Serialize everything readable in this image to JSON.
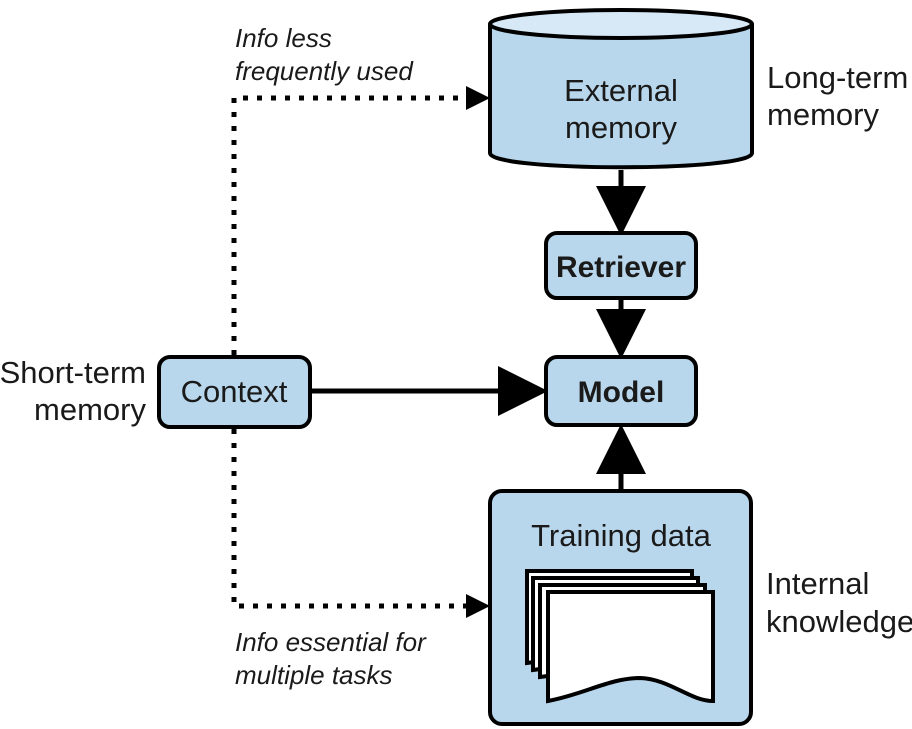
{
  "diagram": {
    "external_memory": {
      "line1": "External",
      "line2": "memory"
    },
    "long_term_memory": {
      "line1": "Long-term",
      "line2": "memory"
    },
    "retriever": {
      "label": "Retriever"
    },
    "model": {
      "label": "Model"
    },
    "context": {
      "label": "Context"
    },
    "short_term_memory": {
      "line1": "Short-term",
      "line2": "memory"
    },
    "training_data": {
      "label": "Training data"
    },
    "internal_knowledge": {
      "line1": "Internal",
      "line2": "knowledge"
    },
    "info_less_frequently_used": {
      "line1": "Info less",
      "line2": "frequently used"
    },
    "info_essential": {
      "line1": "Info essential for",
      "line2": "multiple tasks"
    },
    "colors": {
      "box_fill": "#b9d7ec",
      "box_top_fill": "#d7e9f6",
      "stroke": "#000000"
    }
  }
}
